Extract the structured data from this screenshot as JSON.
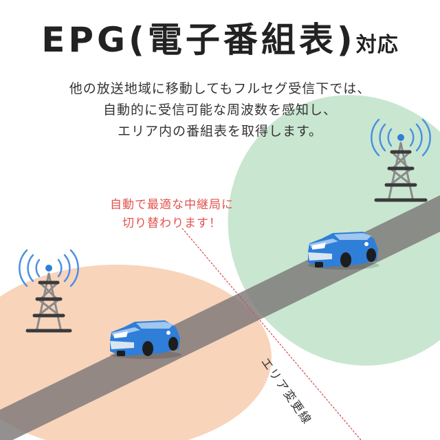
{
  "title": {
    "main": "EPG(電子番組表)",
    "suffix": "対応"
  },
  "description": [
    "他の放送地域に移動してもフルセグ受信下では、",
    "自動的に受信可能な周波数を感知し、",
    "エリア内の番組表を取得します。"
  ],
  "callout": [
    "自動で最適な中継局に",
    "切り替わります！"
  ],
  "boundary_label": "エリア変更線",
  "colors": {
    "area_left": "#f8d4bb",
    "area_right": "#c9e6d0",
    "road": "#7d7878",
    "car": "#2f7ed8",
    "tower": "#3a3a3a",
    "signal": "#4a90e2",
    "callout_text": "#e2524e",
    "boundary_line": "#d34a4a"
  },
  "icons": [
    "broadcast-tower-icon",
    "car-icon",
    "signal-wave-icon"
  ]
}
